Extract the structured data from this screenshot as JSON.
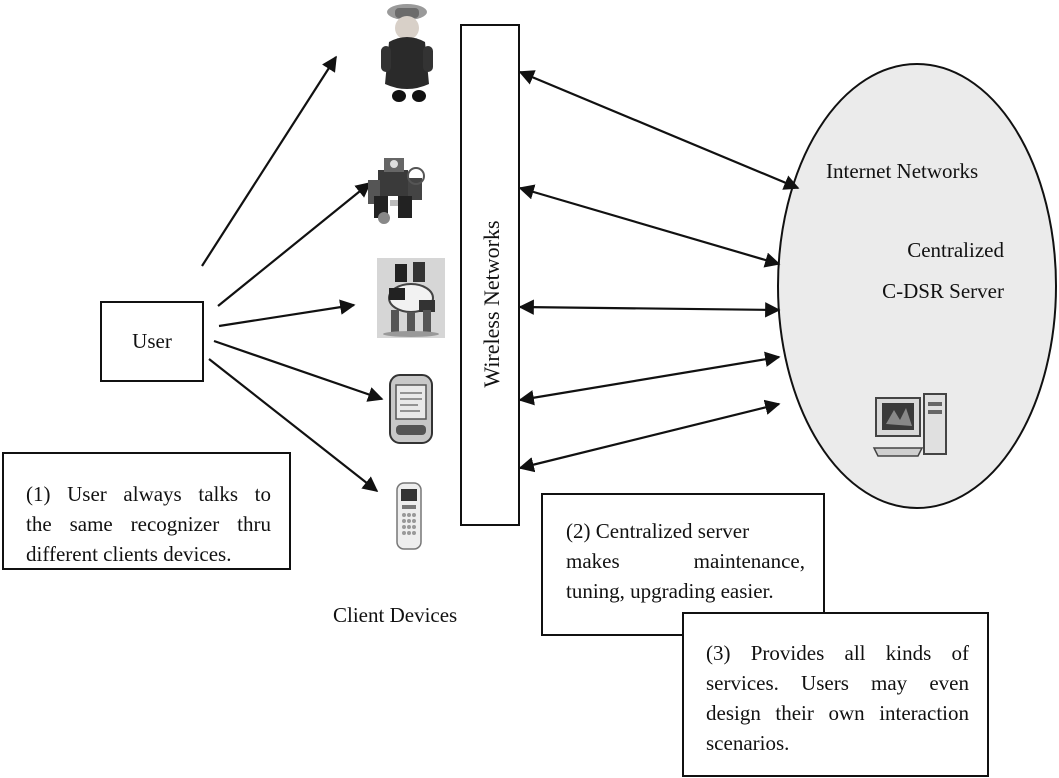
{
  "user": {
    "label": "User"
  },
  "wireless": {
    "label": "Wireless Networks"
  },
  "server": {
    "internet_label": "Internet Networks",
    "line1": "Centralized",
    "line2": "C-DSR Server"
  },
  "client_devices_label": "Client Devices",
  "devices": [
    {
      "icon": "doll-robot-icon"
    },
    {
      "icon": "lego-robot-icon"
    },
    {
      "icon": "robot-dog-icon"
    },
    {
      "icon": "pda-icon"
    },
    {
      "icon": "mobile-phone-icon"
    }
  ],
  "server_icon": "desktop-computer-icon",
  "notes": {
    "n1": [
      "(1) User always talks to",
      "the same recognizer thru",
      "different clients devices."
    ],
    "n2": [
      "(2) Centralized server",
      "makes maintenance,",
      "tuning, upgrading easier."
    ],
    "n3": [
      "(3) Provides all kinds of",
      "services. Users may even",
      "design their own interaction",
      "scenarios."
    ]
  },
  "colors": {
    "ellipse_fill": "#ebebeb",
    "stroke": "#111111"
  }
}
